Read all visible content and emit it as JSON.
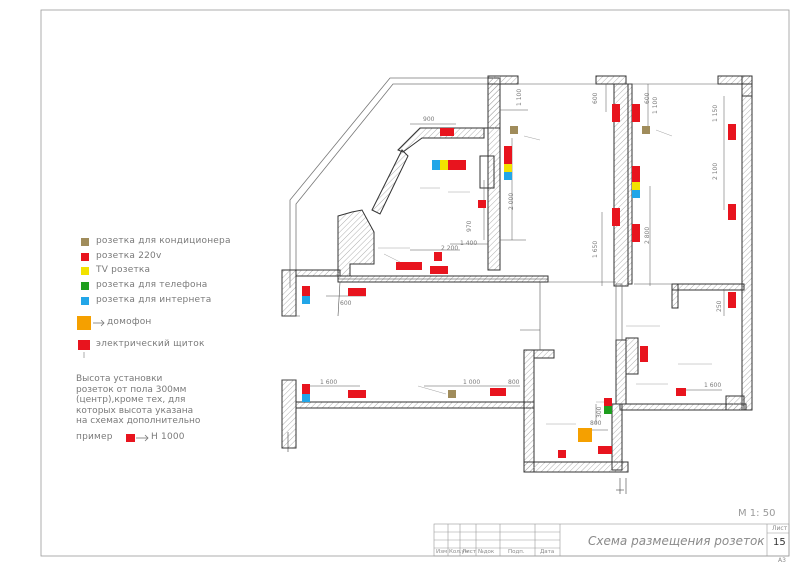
{
  "legend": {
    "items": [
      {
        "label": "розетка для кондиционера",
        "color": "#a08c5b"
      },
      {
        "label": "розетка 220v",
        "color": "#e8141e"
      },
      {
        "label": "TV розетка",
        "color": "#f2e200"
      },
      {
        "label": "розетка для телефона",
        "color": "#1e9e1e"
      },
      {
        "label": "розетка для интернета",
        "color": "#22a6e8"
      }
    ],
    "intercom": {
      "label": "домофон",
      "color": "#f5a000"
    },
    "panel": {
      "label": "электрический щиток",
      "color": "#e8141e"
    },
    "note": "Высота установки\nрозеток от пола 300мм\n(центр),кроме тех, для\nкоторых высота указана\nна схемах дополнительно",
    "example_label": "пример",
    "example_value": "Н 1000"
  },
  "dimensions": {
    "d900": "900",
    "d1100a": "1 100",
    "d600a": "600",
    "d1100b": "1 100",
    "d600b": "600",
    "d1150": "1 150",
    "d2000": "2 000",
    "d2100": "2 100",
    "d970": "970",
    "d1400": "1 400",
    "d2200": "2 200",
    "d1650": "1 650",
    "d2800": "2 800",
    "d600c": "600",
    "d250": "250",
    "d1600a": "1 600",
    "d1000": "1 000",
    "d800a": "800",
    "d1600b": "1 600",
    "d300": "300",
    "d800b": "800"
  },
  "title_block": {
    "scale": "М 1: 50",
    "title": "Схема размещения розеток",
    "sheet_label": "Лист",
    "sheet_number": "15",
    "format": "А3",
    "col_izm": "Изм",
    "col_kol": "Кол.уч",
    "col_list": "Лист",
    "col_ndok": "№док",
    "col_podp": "Подп.",
    "col_data": "Дата"
  }
}
